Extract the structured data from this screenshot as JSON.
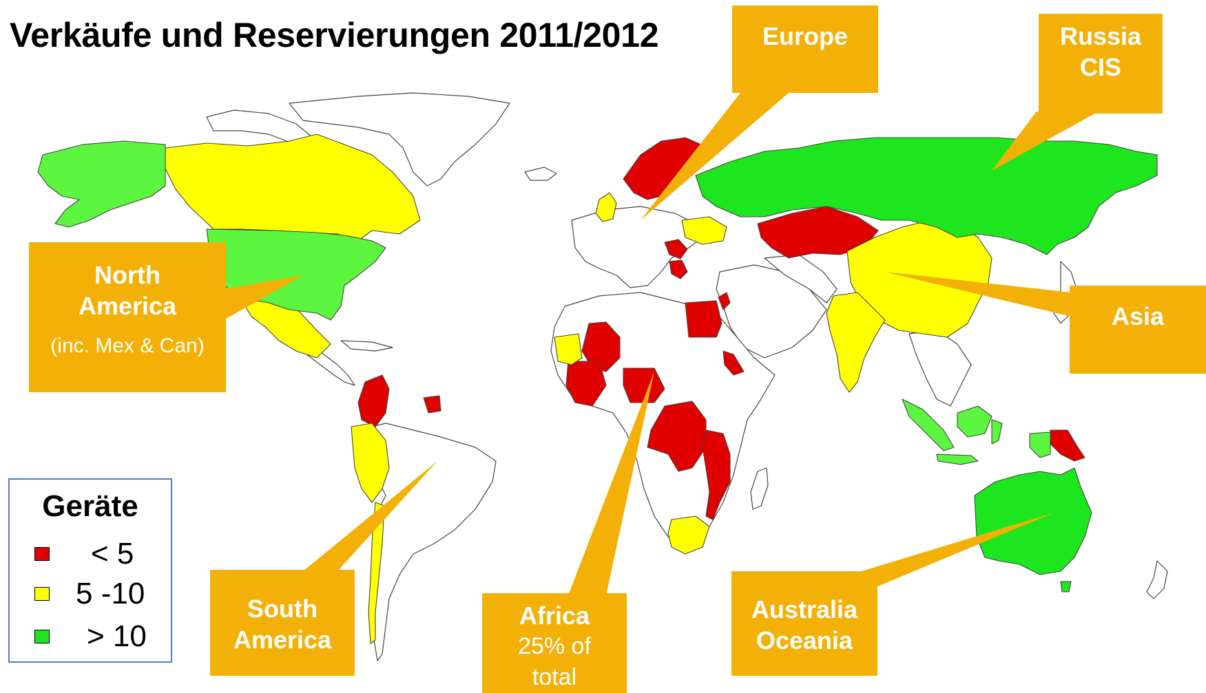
{
  "title": "Verkäufe und Reservierungen 2011/2012",
  "legend": {
    "title": "Geräte",
    "items": [
      {
        "label": "< 5",
        "color": "#e00000"
      },
      {
        "label": "5 -10",
        "color": "#ffff00"
      },
      {
        "label": "> 10",
        "color": "#1ee61e"
      }
    ]
  },
  "regions": {
    "europe": {
      "lines": [
        "Europe"
      ]
    },
    "russia": {
      "lines": [
        "Russia",
        "CIS"
      ]
    },
    "north_america": {
      "lines": [
        "North",
        "America"
      ],
      "note": "(inc. Mex & Can)"
    },
    "asia": {
      "lines": [
        "Asia"
      ]
    },
    "south_america": {
      "lines": [
        "South",
        "America"
      ]
    },
    "africa": {
      "lines": [
        "Africa"
      ],
      "sub": [
        "25% of",
        "total"
      ]
    },
    "australia": {
      "lines": [
        "Australia",
        "Oceania"
      ]
    }
  },
  "colors": {
    "callout": "#f3b006",
    "low": "#e00000",
    "mid": "#ffff00",
    "high": "#1ee61e",
    "high_light": "#5cf540",
    "land_outline": "#444444",
    "legend_border": "#4f7fc2"
  }
}
